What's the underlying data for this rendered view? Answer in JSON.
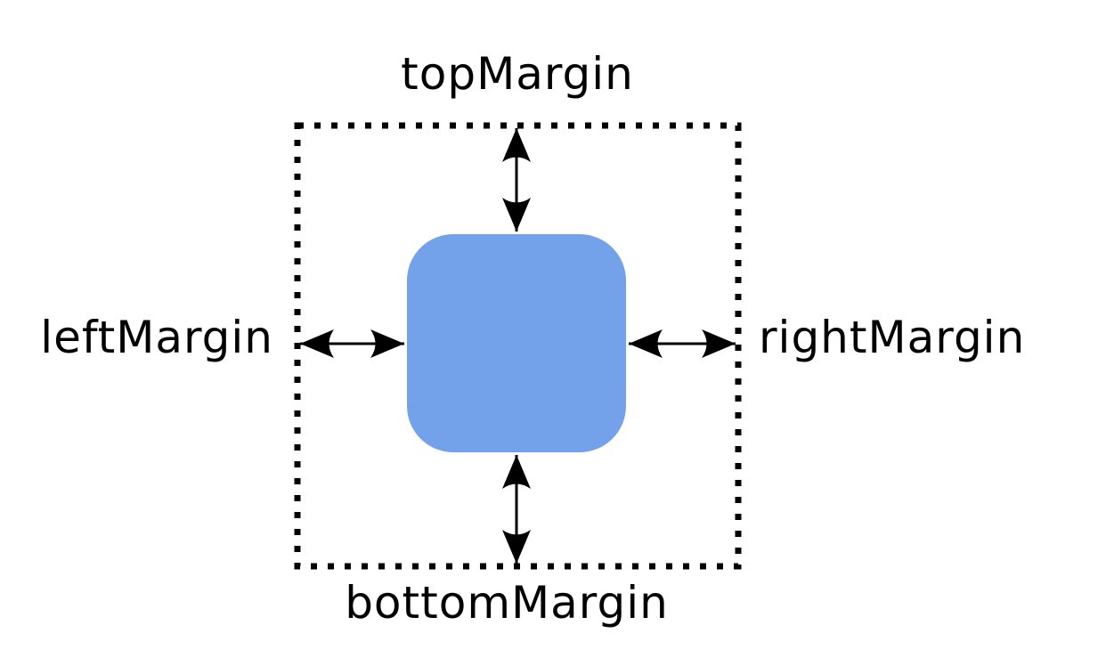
{
  "diagram": {
    "labels": {
      "top": "topMargin",
      "left": "leftMargin",
      "right": "rightMargin",
      "bottom": "bottomMargin"
    },
    "colors": {
      "widget_fill": "#73A1EA",
      "widget_stroke": "#000000",
      "boundary_stroke": "#000000",
      "arrow_color": "#000000",
      "label_color": "#000000",
      "background": "#FFFFFF"
    }
  }
}
